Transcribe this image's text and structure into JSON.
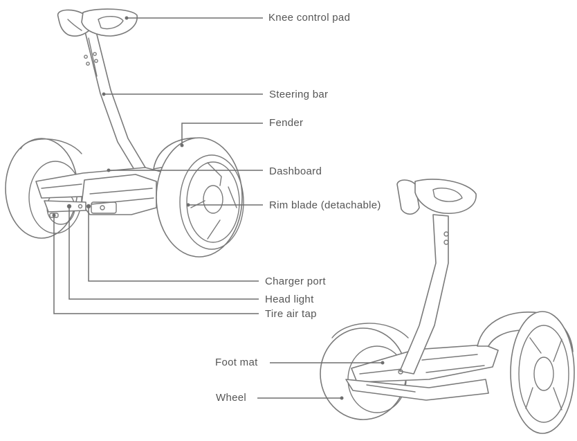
{
  "labels": {
    "knee_control_pad": "Knee control pad",
    "steering_bar": "Steering bar",
    "fender": "Fender",
    "dashboard": "Dashboard",
    "rim_blade": "Rim blade (detachable)",
    "charger_port": "Charger port",
    "head_light": "Head light",
    "tire_air_tap": "Tire air tap",
    "foot_mat": "Foot mat",
    "wheel": "Wheel"
  },
  "colors": {
    "line": "#6e6e6e",
    "text": "#555555",
    "background": "#ffffff"
  }
}
